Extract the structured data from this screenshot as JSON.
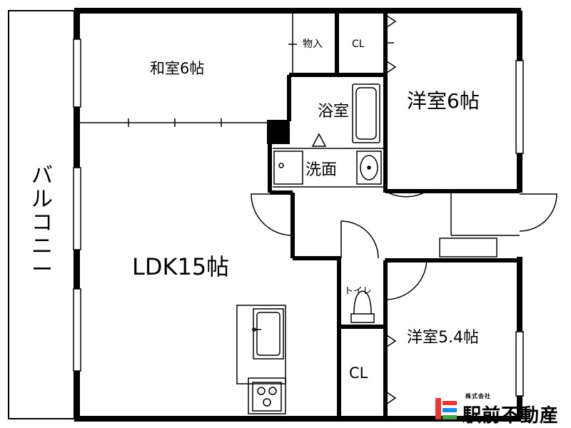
{
  "rooms": {
    "washitsu": "和室6帖",
    "monoire": "物入",
    "cl_top": "CL",
    "yoshitsu_top": "洋室6帖",
    "yokushitsu": "浴室",
    "senmen": "洗面",
    "balcony": "バルコニー",
    "ldk": "LDK15帖",
    "toilet": "トイレ",
    "yoshitsu_bottom": "洋室5.4帖",
    "cl_bottom": "CL"
  },
  "logo": {
    "small_text": "株式会社",
    "name": "駅前不動産",
    "colors": [
      "#e53935",
      "#1e88e5",
      "#43a047"
    ]
  }
}
